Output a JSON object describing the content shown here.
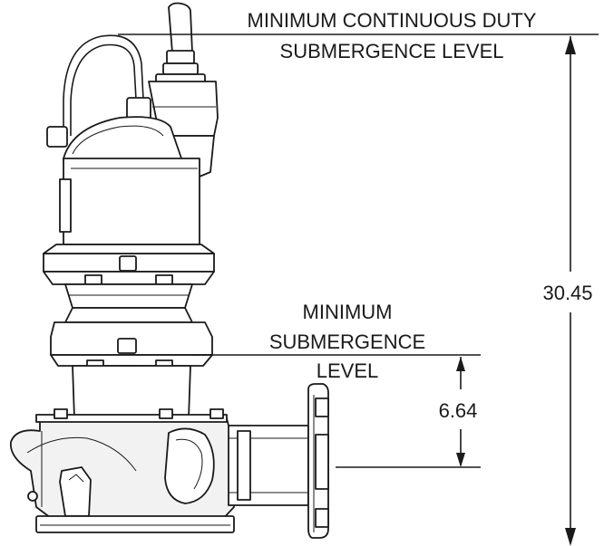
{
  "labels": {
    "continuous_line1": "MINIMUM CONTINUOUS DUTY",
    "continuous_line2": "SUBMERGENCE LEVEL",
    "minimum_line1": "MINIMUM",
    "minimum_line2": "SUBMERGENCE",
    "minimum_line3": "LEVEL"
  },
  "dimensions": {
    "total_height": "30.45",
    "minimum_height": "6.64"
  },
  "colors": {
    "line": "#1a1a1a",
    "background": "#ffffff"
  }
}
